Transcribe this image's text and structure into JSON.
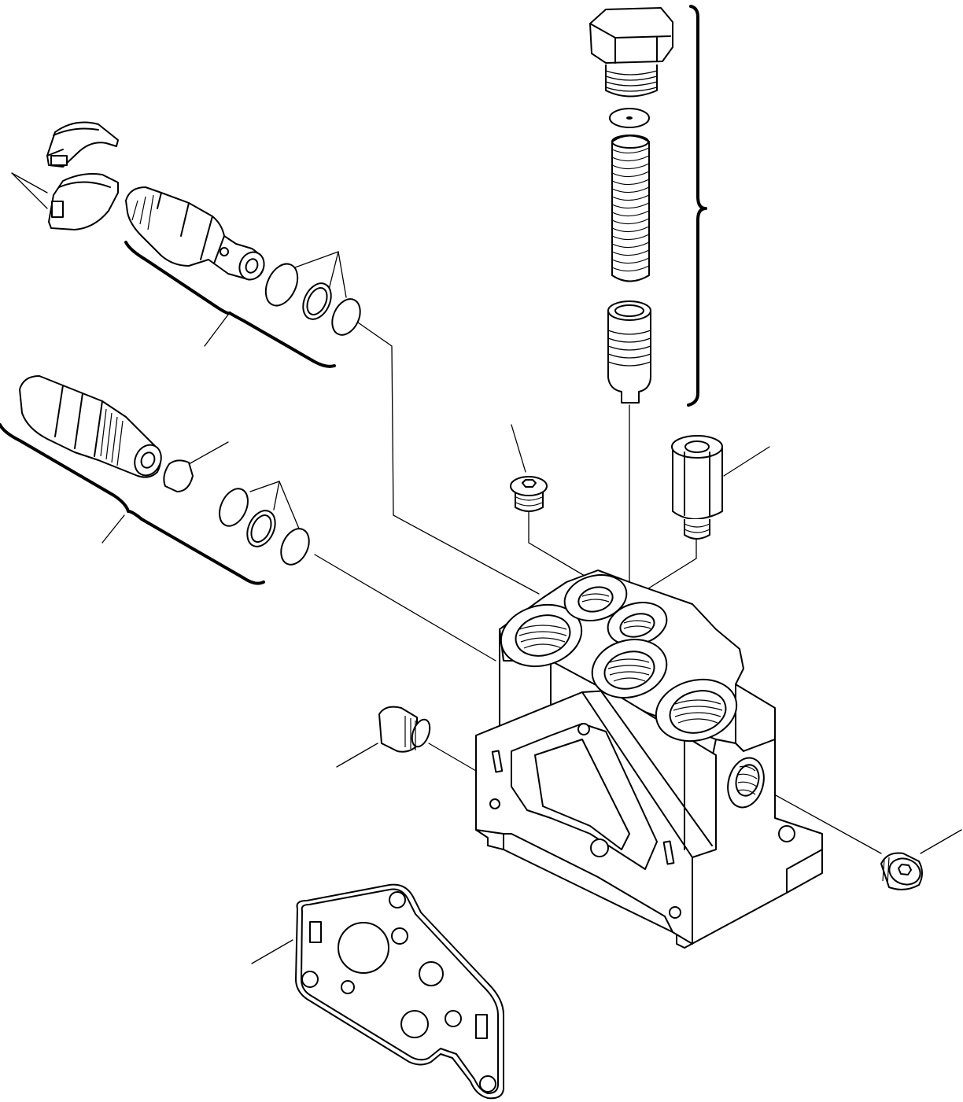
{
  "diagram": {
    "parts": [
      "valve-body",
      "plug-with-seal",
      "spring",
      "seat",
      "relief-valve-upper",
      "relief-valve-lower",
      "o-ring",
      "clamp-half",
      "adapter-nut",
      "hex-plug",
      "gasket-plate"
    ]
  }
}
